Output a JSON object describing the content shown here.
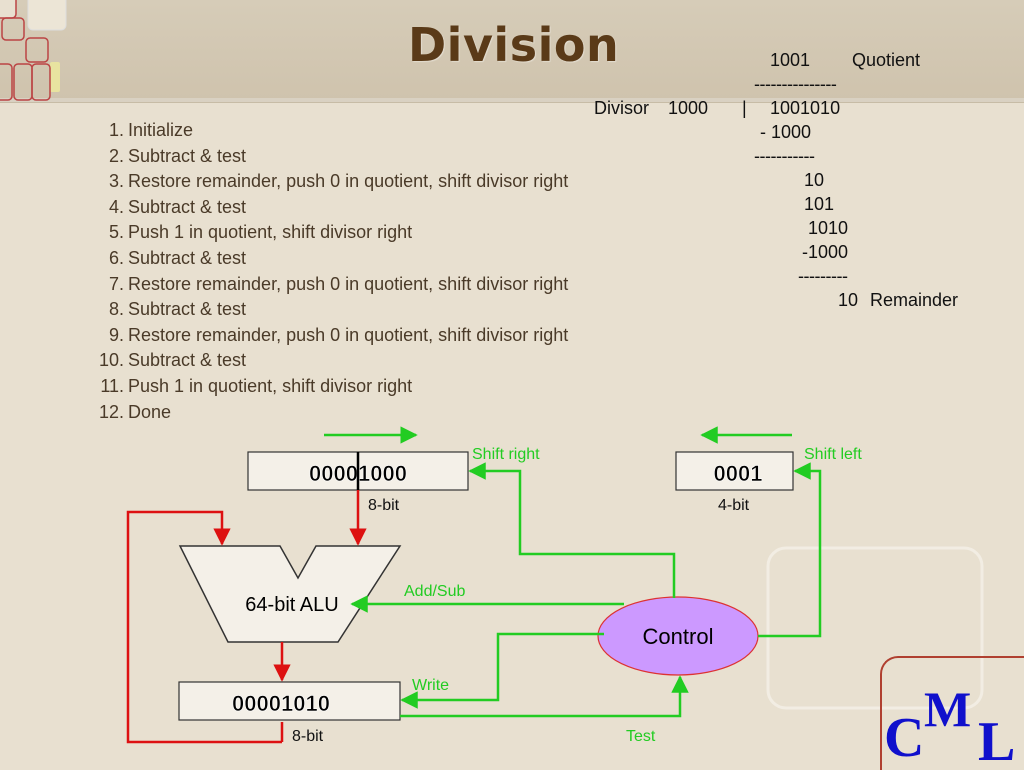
{
  "title": "Division",
  "steps": [
    {
      "num": "1.",
      "text": "Initialize"
    },
    {
      "num": "2.",
      "text": "Subtract & test"
    },
    {
      "num": "3.",
      "text": "Restore remainder, push 0 in quotient, shift divisor right"
    },
    {
      "num": "4.",
      "text": "Subtract & test"
    },
    {
      "num": "5.",
      "text": "Push 1 in quotient, shift divisor right"
    },
    {
      "num": "6.",
      "text": "Subtract & test"
    },
    {
      "num": "7.",
      "text": "Restore remainder, push 0 in quotient, shift divisor right"
    },
    {
      "num": "8.",
      "text": "Subtract & test"
    },
    {
      "num": "9.",
      "text": "Restore remainder, push 0 in quotient, shift divisor right"
    },
    {
      "num": "10.",
      "text": "Subtract & test"
    },
    {
      "num": "11.",
      "text": "Push 1 in quotient, shift divisor right"
    },
    {
      "num": "12.",
      "text": "Done"
    }
  ],
  "long_division": {
    "quotient": "1001",
    "quotient_label": "Quotient",
    "rule1": "---------------",
    "divisor_label": "Divisor",
    "divisor": "1000",
    "bar": "|",
    "dividend": "1001010",
    "sub1": "- 1000",
    "rule2": "-----------",
    "r1": "10",
    "r2": "101",
    "r3": "1010",
    "sub2": "-1000",
    "rule3": "---------",
    "remainder": "10",
    "remainder_label": "Remainder"
  },
  "diagram": {
    "divisor_register": "00001000",
    "divisor_width": "8-bit",
    "shift_right": "Shift right",
    "quotient_register": "0001",
    "quotient_width": "4-bit",
    "shift_left": "Shift left",
    "alu": "64-bit ALU",
    "add_sub": "Add/Sub",
    "control": "Control",
    "write": "Write",
    "remainder_register": "00001010",
    "remainder_width": "8-bit",
    "test": "Test"
  },
  "logo": {
    "c": "C",
    "m": "M",
    "l": "L"
  },
  "colors": {
    "title": "#5a3a18",
    "green_signal": "#22cc22",
    "red_path": "#dd1111",
    "control_fill": "#cc99ff",
    "control_stroke": "#dd3333",
    "logo_blue": "#1010cc"
  }
}
